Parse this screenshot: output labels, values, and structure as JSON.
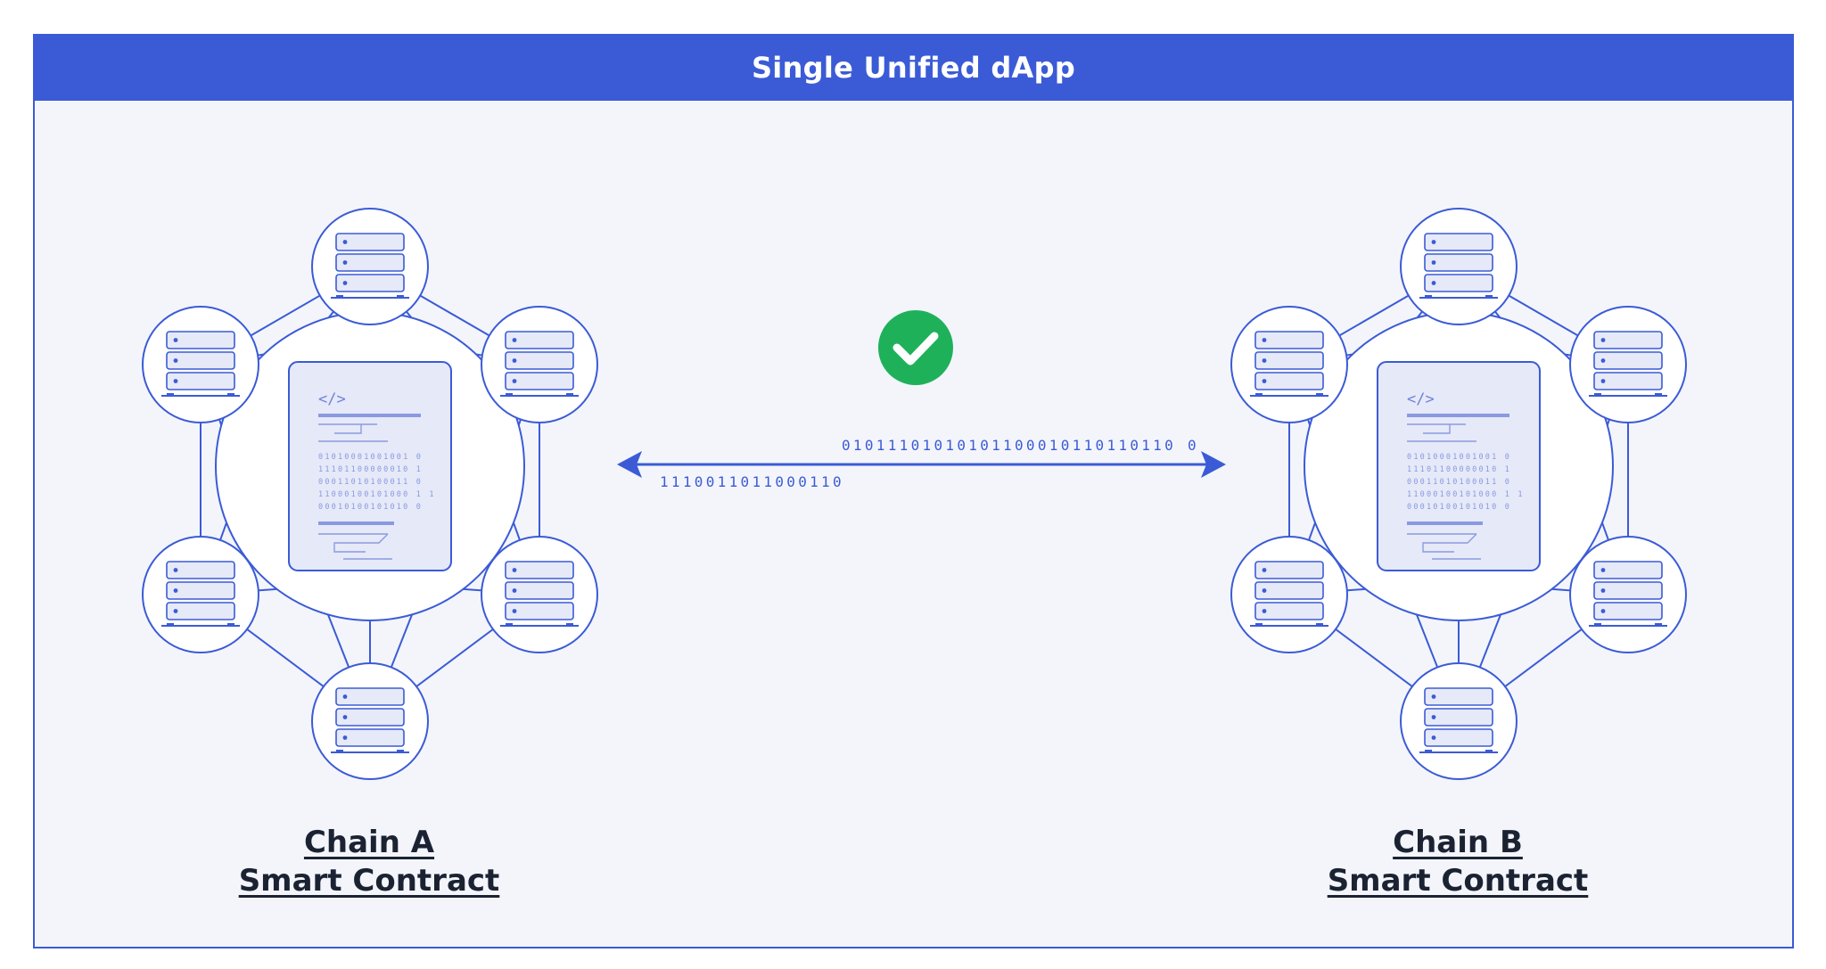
{
  "header": {
    "title": "Single Unified dApp"
  },
  "chains": [
    {
      "name": "Chain A",
      "subtitle": "Smart Contract"
    },
    {
      "name": "Chain B",
      "subtitle": "Smart Contract"
    }
  ],
  "message": {
    "bits_top": "01011101010101100010110110110 0",
    "bits_bottom": "1110011011000110",
    "status_icon": "check-circle-icon"
  },
  "contract_doc": {
    "code_tag": "</>",
    "binary_rows": [
      "01010001001001 0",
      "11101100000010 1",
      "00011010100011 0",
      "11000100101000 1 1",
      "00010100101010 0"
    ]
  },
  "colors": {
    "accent": "#3b5bd6",
    "background": "#f3f5fb",
    "success": "#1fb15a",
    "doc_fill": "#e6e9f8"
  }
}
